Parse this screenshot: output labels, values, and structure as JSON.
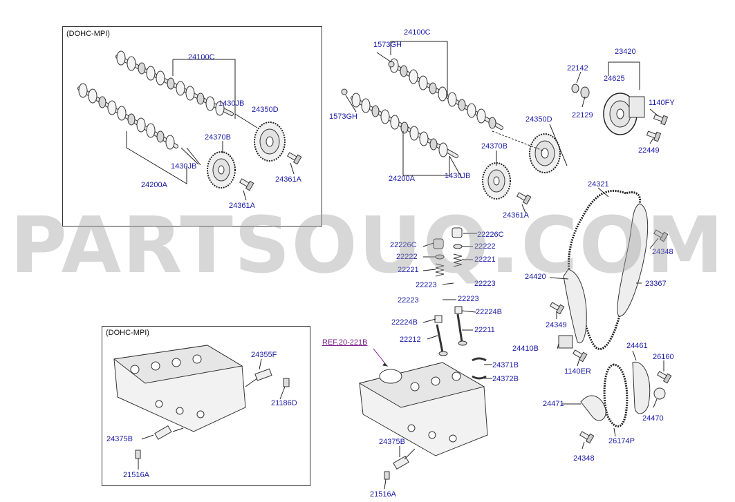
{
  "watermark": "PARTSOUQ.COM",
  "colors": {
    "label": "#1a1aa8",
    "ref": "#7a1a8a",
    "line": "#222222",
    "watermark": "#a0a0a0"
  },
  "boxes": {
    "top_left_title": "(DOHC-MPI)",
    "bottom_left_title": "(DOHC-MPI)"
  },
  "ref_link": "REF.20-221B",
  "labels": {
    "tl_24100C": "24100C",
    "tl_1430JB_a": "1430JB",
    "tl_24350D": "24350D",
    "tl_24370B": "24370B",
    "tl_1430JB_b": "1430JB",
    "tl_24200A": "24200A",
    "tl_24361A_a": "24361A",
    "tl_24361A_b": "24361A",
    "tm_24100C": "24100C",
    "tm_1573GH_a": "1573GH",
    "tm_1573GH_b": "1573GH",
    "tm_24350D": "24350D",
    "tm_24370B": "24370B",
    "tm_24200A": "24200A",
    "tm_1430JB": "1430JB",
    "tm_24361A": "24361A",
    "tr_23420": "23420",
    "tr_22142": "22142",
    "tr_24625": "24625",
    "tr_1140FY": "1140FY",
    "tr_22129": "22129",
    "tr_22449": "22449",
    "ch_24321": "24321",
    "ch_24348_a": "24348",
    "ch_24420": "24420",
    "ch_23367": "23367",
    "ch_24349": "24349",
    "ch_24410B": "24410B",
    "ch_1140ER": "1140ER",
    "ch_24461": "24461",
    "ch_26160": "26160",
    "ch_24471": "24471",
    "ch_24470": "24470",
    "ch_26174P": "26174P",
    "ch_24348_b": "24348",
    "v_22226C_l": "22226C",
    "v_22226C_r": "22226C",
    "v_22222_l": "22222",
    "v_22222_r": "22222",
    "v_22221_l": "22221",
    "v_22221_r": "22221",
    "v_22223_a": "22223",
    "v_22223_b": "22223",
    "v_22223_c": "22223",
    "v_22223_d": "22223",
    "v_22224B_l": "22224B",
    "v_22224B_r": "22224B",
    "v_22212": "22212",
    "v_22211": "22211",
    "hd_24371B": "24371B",
    "hd_24372B": "24372B",
    "hd_24375B": "24375B",
    "hd_21516A": "21516A",
    "bl_24355F": "24355F",
    "bl_21186D": "21186D",
    "bl_24375B": "24375B",
    "bl_21516A": "21516A"
  }
}
